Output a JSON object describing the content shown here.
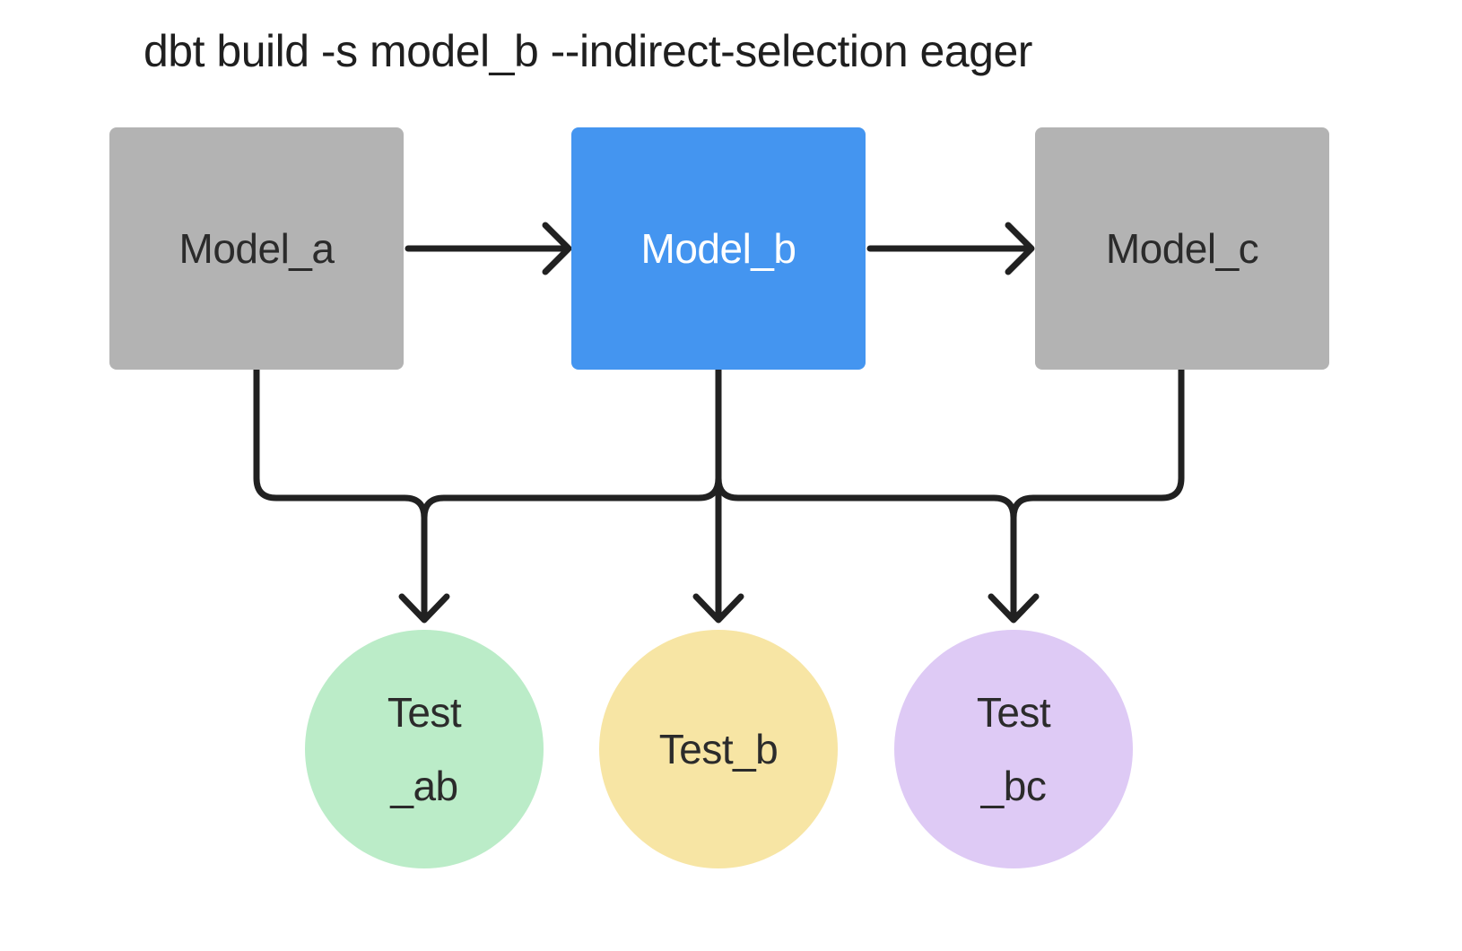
{
  "title": "dbt build -s model_b --indirect-selection eager",
  "colors": {
    "background": "#ffffff",
    "line": "#212121",
    "title_text": "#1f1f1f",
    "model_default_fill": "#b3b3b3",
    "model_selected_fill": "#4495f0",
    "model_default_text": "#2b2b2b",
    "model_selected_text": "#ffffff",
    "test_ab_fill": "#bbecc8",
    "test_b_fill": "#f7e5a4",
    "test_bc_fill": "#decaf5"
  },
  "models": [
    {
      "id": "model_a",
      "label": "Model_a",
      "fill": "#b3b3b3",
      "text": "#2b2b2b",
      "selected": false
    },
    {
      "id": "model_b",
      "label": "Model_b",
      "fill": "#4495f0",
      "text": "#ffffff",
      "selected": true
    },
    {
      "id": "model_c",
      "label": "Model_c",
      "fill": "#b3b3b3",
      "text": "#2b2b2b",
      "selected": false
    }
  ],
  "tests": [
    {
      "id": "test_ab",
      "lines": [
        "Test",
        "_ab"
      ],
      "fill": "#bbecc8"
    },
    {
      "id": "test_b",
      "lines": [
        "Test_b"
      ],
      "fill": "#f7e5a4"
    },
    {
      "id": "test_bc",
      "lines": [
        "Test",
        "_bc"
      ],
      "fill": "#decaf5"
    }
  ],
  "edges": [
    {
      "from": "model_a",
      "to": "model_b"
    },
    {
      "from": "model_b",
      "to": "model_c"
    },
    {
      "from": "model_a",
      "to": "test_ab"
    },
    {
      "from": "model_b",
      "to": "test_ab"
    },
    {
      "from": "model_b",
      "to": "test_b"
    },
    {
      "from": "model_b",
      "to": "test_bc"
    },
    {
      "from": "model_c",
      "to": "test_bc"
    }
  ]
}
